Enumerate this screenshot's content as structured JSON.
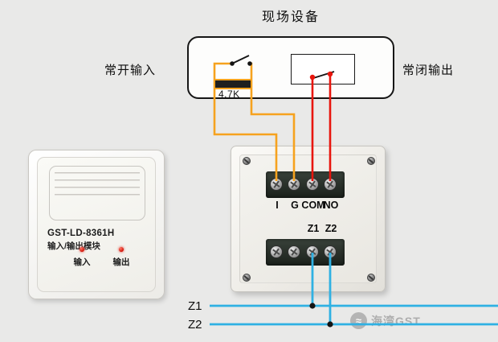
{
  "title": "现场设备",
  "labels": {
    "no_input": "常开输入",
    "nc_output": "常闭输出",
    "resistor_value": "4.7K",
    "z1_line": "Z1",
    "z2_line": "Z2"
  },
  "terminal_panel": {
    "top_terminals": [
      "I",
      "G",
      "COM",
      "NO"
    ],
    "loop_terminals": [
      "Z1",
      "Z2"
    ]
  },
  "module": {
    "model": "GST-LD-8361H",
    "type_name": "输入/输出模块",
    "led_input_label": "输入",
    "led_output_label": "输出"
  },
  "watermark": {
    "logo_glyph": "≈",
    "brand": "海湾GST"
  },
  "colors": {
    "background": "#e9e9e8",
    "wire_orange": "#f6a21e",
    "wire_red": "#e8150d",
    "wire_blue": "#2fb1e3",
    "ink": "#141414",
    "led_red": "#d01005"
  }
}
